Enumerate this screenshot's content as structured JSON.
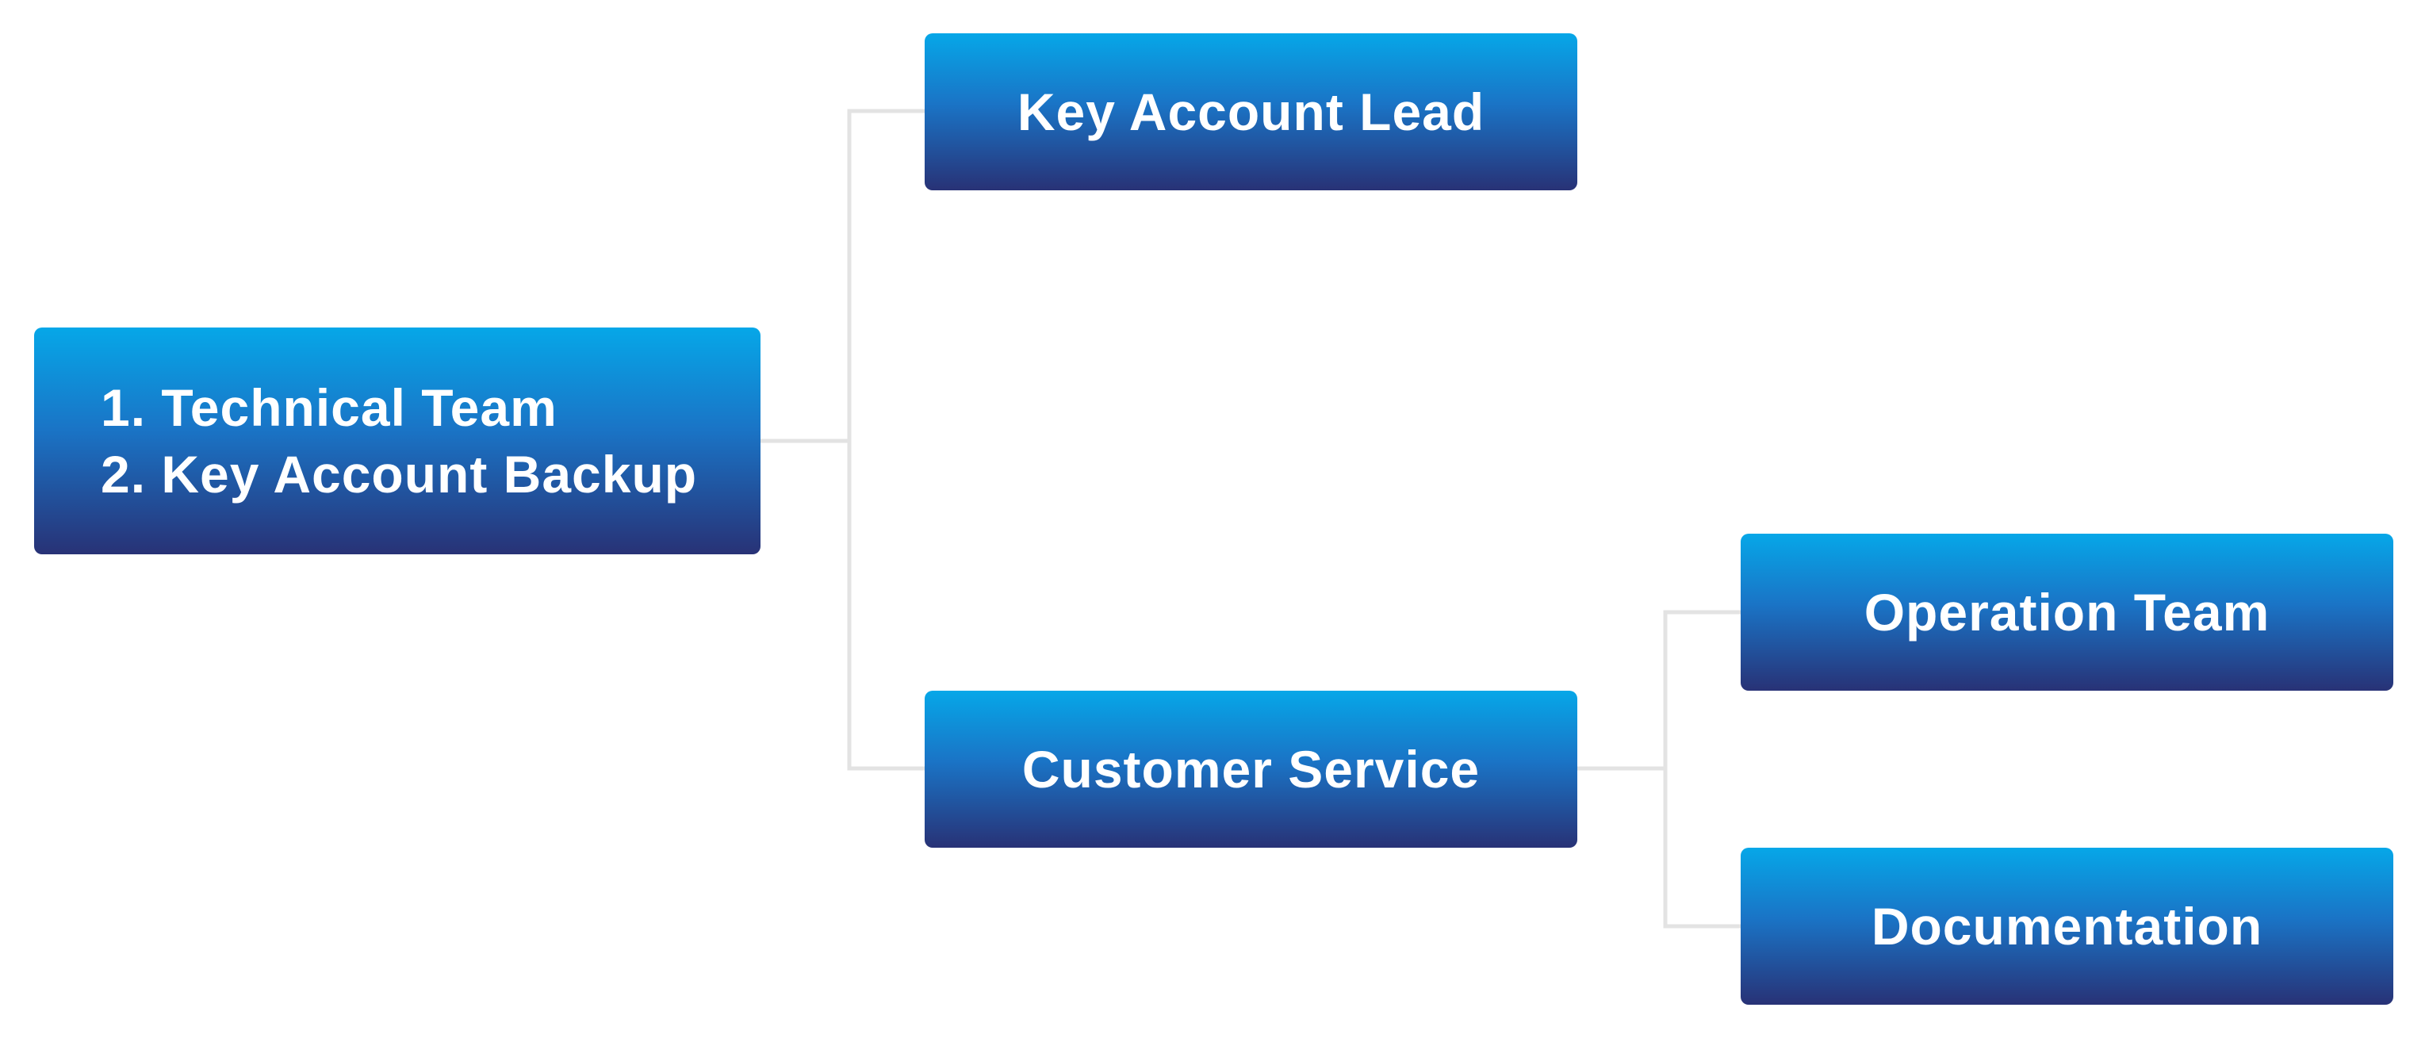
{
  "nodes": {
    "root": {
      "line1": "1. Technical Team",
      "line2": "2. Key Account Backup"
    },
    "key_account_lead": "Key Account Lead",
    "customer_service": "Customer Service",
    "operation_team": "Operation Team",
    "documentation": "Documentation"
  },
  "colors": {
    "box_top": "#06a7e8",
    "box_bottom": "#283276",
    "connector": "#e3e3e3",
    "text": "#ffffff"
  }
}
